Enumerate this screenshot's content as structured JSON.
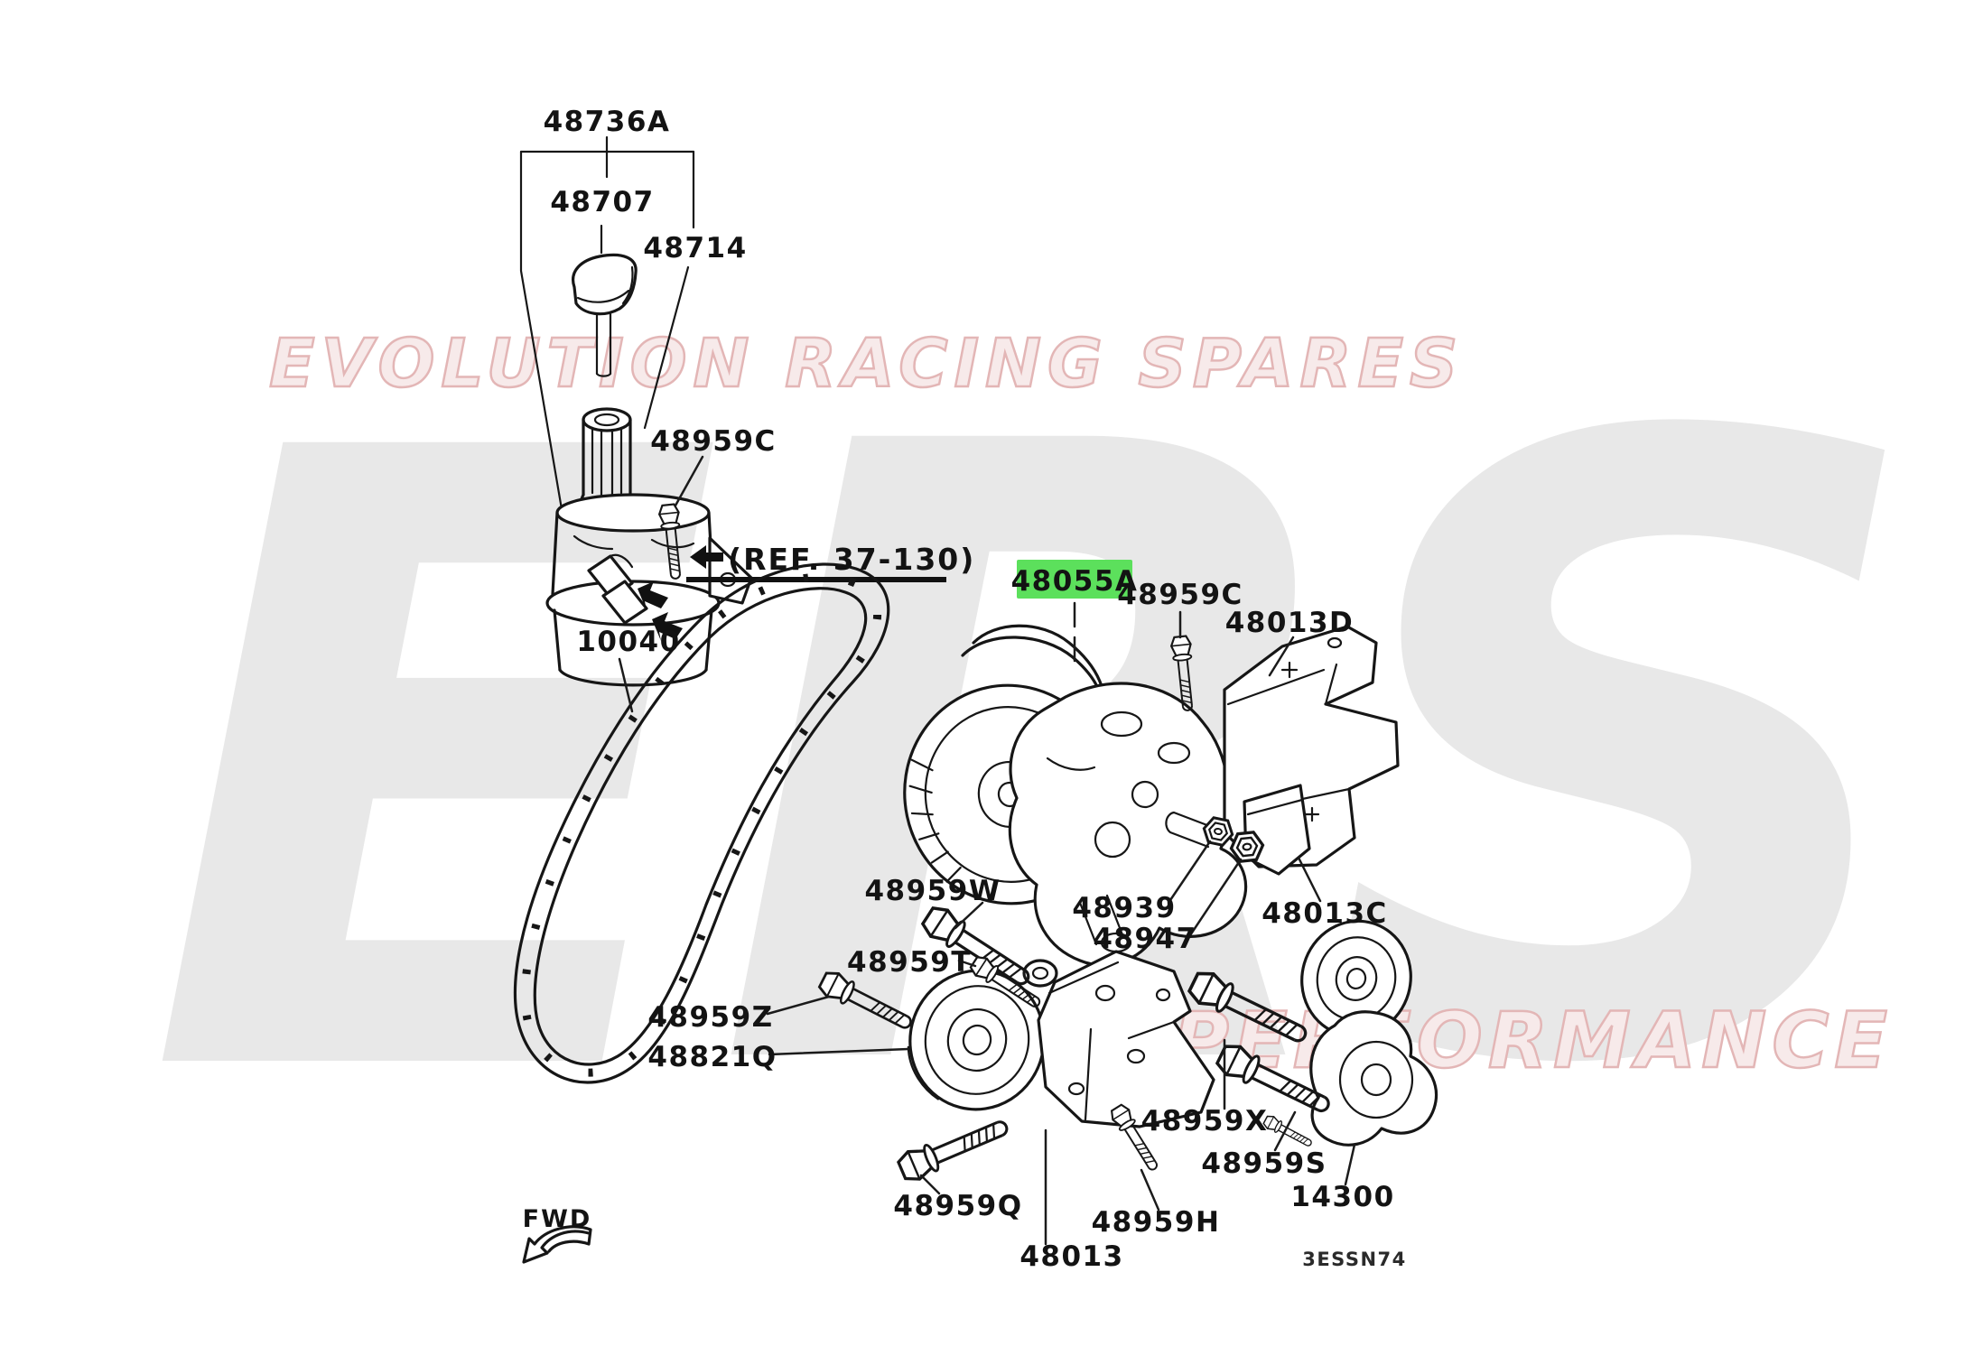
{
  "watermark": {
    "line1": "EVOLUTION RACING SPARES",
    "line2": "PERFORMANCE",
    "monogram": [
      "E",
      "R",
      "S"
    ],
    "pink_color": "#e3b6b6",
    "gray_color": "#e8e8e8"
  },
  "diagram": {
    "highlight_color": "#5ce05c",
    "highlighted_part": "48055A",
    "ref_note": "(REF. 37-130)",
    "drawing_code": "3ESSN74",
    "fwd_label": "FWD"
  },
  "parts": {
    "reservoir_assembly": "48736A",
    "reservoir_cap": "48707",
    "reservoir_body": "48714",
    "reservoir_bolt": "48959C",
    "drive_belt": "10040",
    "power_steering_pump": "48055A",
    "pump_bolt": "48959C",
    "bracket_upper": "48013D",
    "bolt_w": "48959W",
    "nut": "48939",
    "bracket_stay": "48013C",
    "washer_assembly": "48947",
    "bolt_t": "48959T",
    "bolt_z": "48959Z",
    "idler_pulley": "48821Q",
    "bolt_x": "48959X",
    "bolt_s": "48959S",
    "tensioner_assembly": "14300",
    "bolt_q": "48959Q",
    "bolt_h": "48959H",
    "bracket_lower": "48013"
  }
}
